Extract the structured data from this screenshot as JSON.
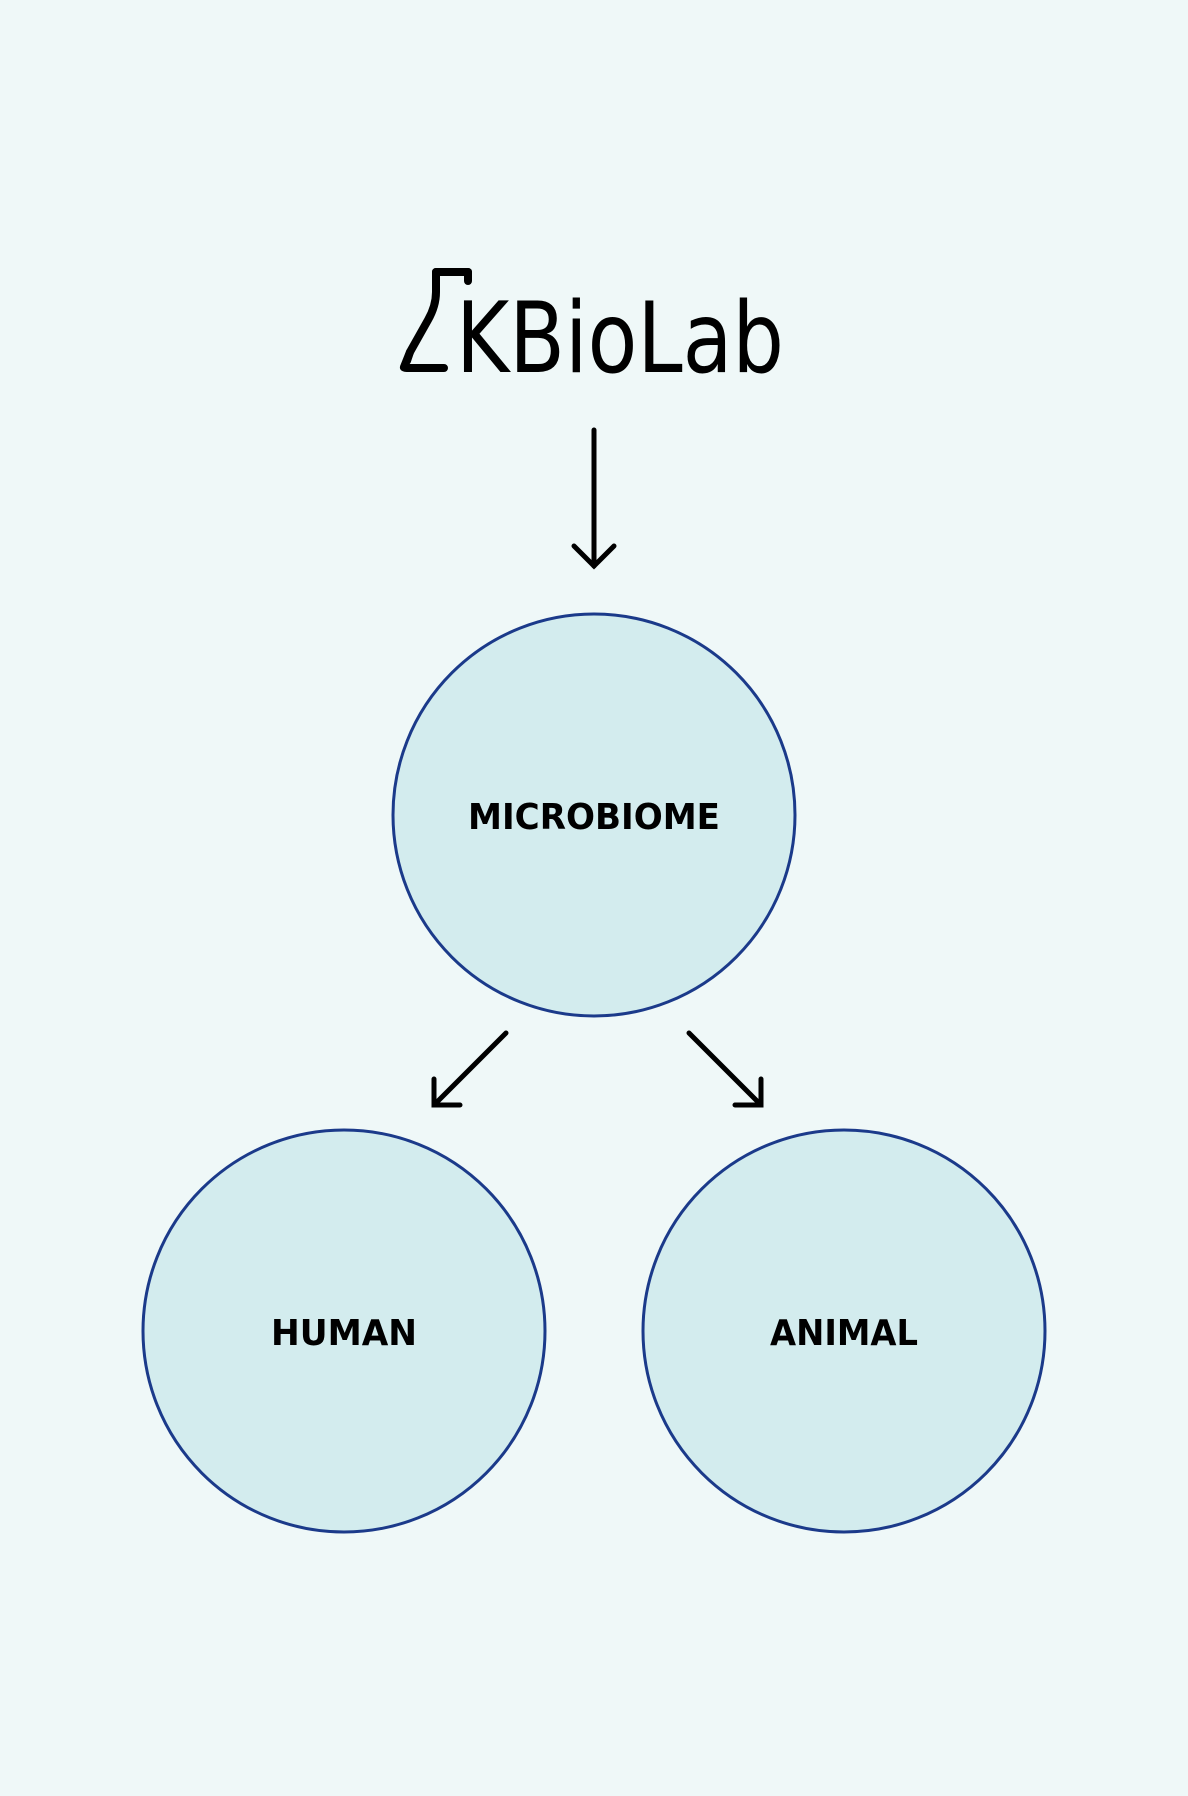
{
  "logo": {
    "text": "KBioLab",
    "icon": "flask-icon"
  },
  "nodes": {
    "microbiome": {
      "label": "MICROBIOME"
    },
    "human": {
      "label": "HUMAN"
    },
    "animal": {
      "label": "ANIMAL"
    }
  },
  "colors": {
    "background": "#eff8f8",
    "circle_fill": "#d3ecee",
    "circle_stroke": "#1b3a8a",
    "arrow": "#000000",
    "text": "#000000"
  }
}
